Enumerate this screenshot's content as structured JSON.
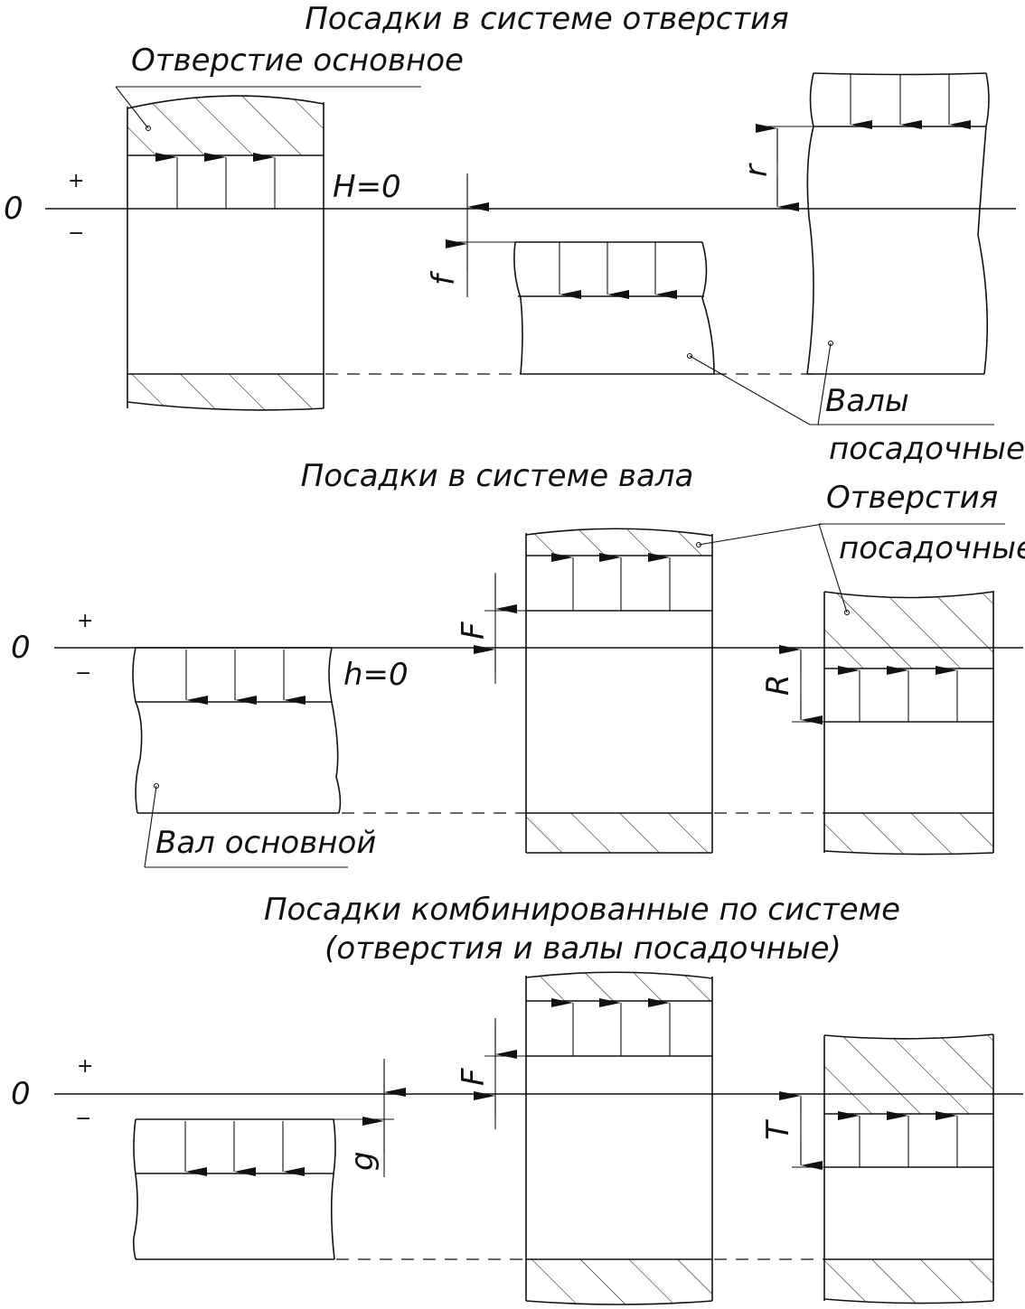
{
  "sections": [
    {
      "title": "Посадки в системе отверстия",
      "labels": [
        "Отверстие основное",
        "H=0",
        "f",
        "r",
        "Валы",
        "посадочные"
      ]
    },
    {
      "title": "Посадки в системе вала",
      "labels": [
        "Отверстия",
        "посадочные",
        "F",
        "h=0",
        "R",
        "Вал основной"
      ]
    },
    {
      "title_line1": "Посадки комбинированные по системе",
      "title_line2": "(отверстия и валы посадочные)",
      "labels": [
        "F",
        "g",
        "T"
      ]
    }
  ],
  "zero_line_label": "0",
  "plus_sign": "+",
  "minus_sign": "−"
}
